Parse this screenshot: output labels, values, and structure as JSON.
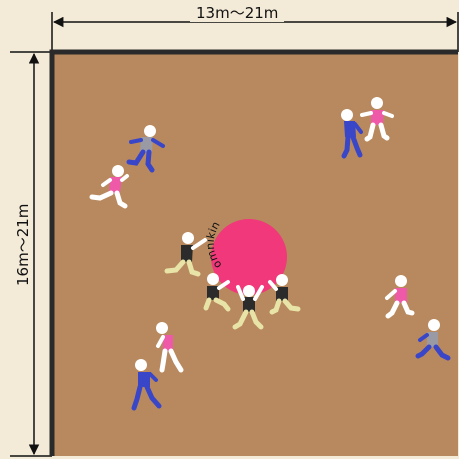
{
  "dimensions": {
    "width_label": "13m〜21m",
    "length_label": "16m〜21m"
  },
  "ball": {
    "label": "omnikin",
    "color": "#f0387a"
  },
  "colors": {
    "court": "#b8895e",
    "court_border": "#2a2a2a",
    "page": "#f3ead7",
    "team_pink": "#ee5aa8",
    "team_grey": "#9a9aa5",
    "team_black": "#2b2b2b",
    "pants_blue": "#3a46c8",
    "pants_white": "#ffffff",
    "pants_cream": "#e8e4a8"
  }
}
